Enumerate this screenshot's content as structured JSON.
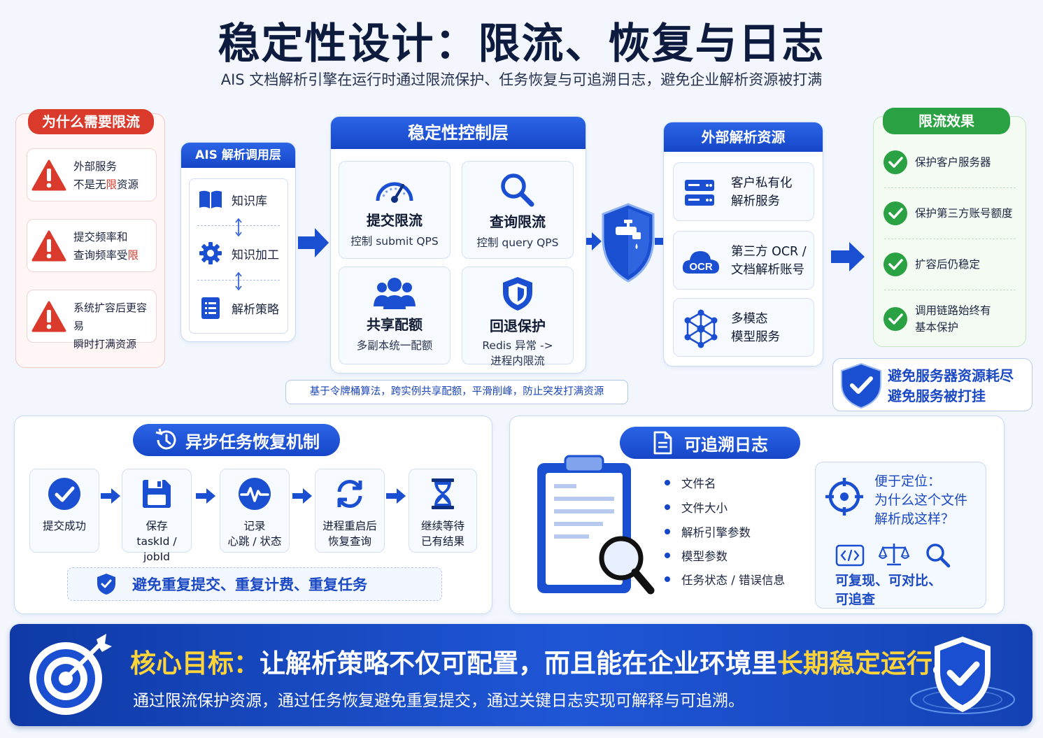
{
  "title": "稳定性设计：限流、恢复与日志",
  "subtitle": "AIS 文档解析引擎在运行时通过限流保护、任务恢复与可追溯日志，避免企业解析资源被打满",
  "why": {
    "title": "为什么需要限流",
    "items": [
      {
        "line1": "外部服务",
        "line2a": "不是无",
        "line2b": "限",
        "line2c": "资源"
      },
      {
        "line1": "提交频率和",
        "line2a": "查询频率受",
        "line2b": "限",
        "line2c": ""
      },
      {
        "line1": "系统扩容后更容易",
        "line2a": "瞬时打满资源",
        "line2b": "",
        "line2c": ""
      }
    ]
  },
  "ais": {
    "title": "AIS 解析调用层",
    "items": [
      "知识库",
      "知识加工",
      "解析策略"
    ]
  },
  "control": {
    "title": "稳定性控制层",
    "boxes": [
      {
        "title": "提交限流",
        "desc": "控制 submit QPS",
        "desc2": ""
      },
      {
        "title": "查询限流",
        "desc": "控制 query QPS",
        "desc2": ""
      },
      {
        "title": "共享配额",
        "desc": "多副本统一配额",
        "desc2": ""
      },
      {
        "title": "回退保护",
        "desc": "Redis 异常 ->",
        "desc2": "进程内限流"
      }
    ],
    "note": "基于令牌桶算法，跨实例共享配额，平滑削峰，防止突发打满资源"
  },
  "external": {
    "title": "外部解析资源",
    "items": [
      {
        "line1": "客户私有化",
        "line2": "解析服务"
      },
      {
        "line1": "第三方 OCR /",
        "line2": "文档解析账号"
      },
      {
        "line1": "多模态",
        "line2": "模型服务"
      }
    ],
    "ocr_label": "OCR"
  },
  "effect": {
    "title": "限流效果",
    "items": [
      {
        "line1": "保护客户服务器",
        "line2": ""
      },
      {
        "line1": "保护第三方账号额度",
        "line2": ""
      },
      {
        "line1": "扩容后仍稳定",
        "line2": ""
      },
      {
        "line1": "调用链路始终有",
        "line2": "基本保护"
      }
    ],
    "avoid_line1": "避免服务器资源耗尽",
    "avoid_line2": "避免服务被打挂"
  },
  "async": {
    "title": "异步任务恢复机制",
    "steps": [
      {
        "line1": "提交成功",
        "line2": ""
      },
      {
        "line1": "保存",
        "line2": "taskId / jobId"
      },
      {
        "line1": "记录",
        "line2": "心跳 / 状态"
      },
      {
        "line1": "进程重启后",
        "line2": "恢复查询"
      },
      {
        "line1": "继续等待",
        "line2": "已有结果"
      }
    ],
    "note": "避免重复提交、重复计费、重复任务"
  },
  "log": {
    "title": "可追溯日志",
    "items": [
      "文件名",
      "文件大小",
      "解析引擎参数",
      "模型参数",
      "任务状态 / 错误信息"
    ],
    "locate_title": "便于定位：",
    "locate_q1": "为什么这个文件",
    "locate_q2": "解析成这样？",
    "locate_bottom1": "可复现、可对比、",
    "locate_bottom2": "可追查"
  },
  "core": {
    "label": "核心目标：",
    "text_a": "让解析策略不仅可配置，而且能在企业环境里",
    "text_hl": "长期稳定运行",
    "text_end": "。",
    "sub": "通过限流保护资源，通过任务恢复避免重复提交，通过关键日志实现可解释与可追溯。"
  },
  "colors": {
    "primary": "#1a4fd2",
    "danger": "#d93a2b",
    "success": "#2aa142",
    "highlight": "#ffd43a"
  }
}
